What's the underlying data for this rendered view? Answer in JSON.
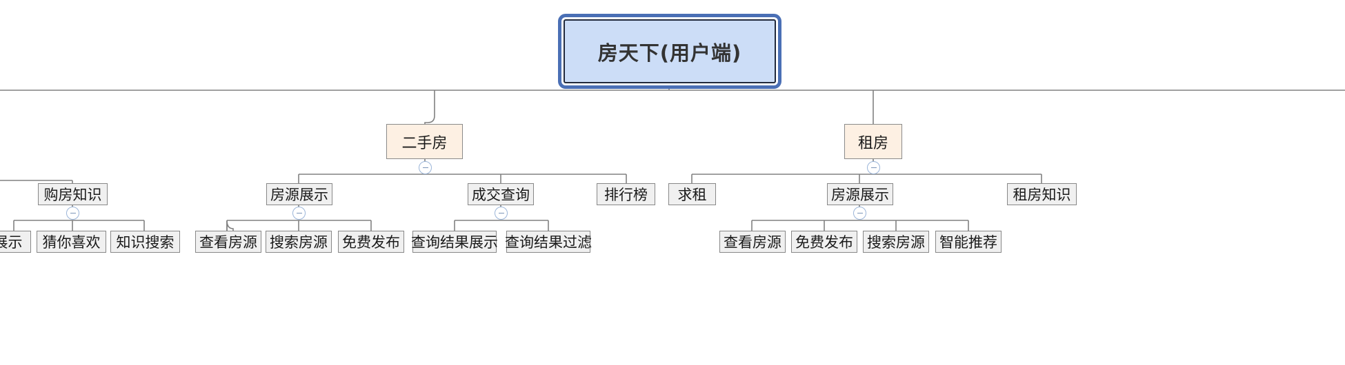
{
  "diagram": {
    "type": "mindmap-tree",
    "title": "房天下(用户端)",
    "colors": {
      "root_fill": "#ccddf7",
      "root_outer_border": "#4a6fb5",
      "root_inner_border": "#21293b",
      "level2_fill": "#fdf0e3",
      "level2_border": "#8a8a8a",
      "node_fill": "#f0f0f0",
      "node_border": "#878787",
      "link": "#808080",
      "toggle_border": "#9ab4d8"
    },
    "root": {
      "label": "房天下(用户端)"
    },
    "branches": [
      {
        "label": "购房知识",
        "children": [
          {
            "label": "展示"
          },
          {
            "label": "猜你喜欢"
          },
          {
            "label": "知识搜索"
          }
        ]
      },
      {
        "label": "二手房",
        "toggle": "minus",
        "children": [
          {
            "label": "房源展示",
            "toggle": "minus",
            "children": [
              {
                "label": "查看房源"
              },
              {
                "label": "搜索房源"
              },
              {
                "label": "免费发布"
              }
            ]
          },
          {
            "label": "成交查询",
            "toggle": "minus",
            "children": [
              {
                "label": "查询结果展示"
              },
              {
                "label": "查询结果过滤"
              }
            ]
          },
          {
            "label": "排行榜",
            "children": []
          }
        ]
      },
      {
        "label": "租房",
        "toggle": "minus",
        "children": [
          {
            "label": "求租",
            "children": []
          },
          {
            "label": "房源展示",
            "toggle": "minus",
            "children": [
              {
                "label": "查看房源"
              },
              {
                "label": "免费发布"
              },
              {
                "label": "搜索房源"
              },
              {
                "label": "智能推荐"
              }
            ]
          },
          {
            "label": "租房知识",
            "children": []
          }
        ]
      }
    ],
    "nodes": {
      "root": {
        "label": "房天下(用户端)"
      },
      "ershoufang": {
        "label": "二手房"
      },
      "zufang": {
        "label": "租房"
      },
      "goufangzhishi": {
        "label": "购房知识"
      },
      "fyzs_a": {
        "label": "房源展示"
      },
      "chengjiaochaxun": {
        "label": "成交查询"
      },
      "paihangbang": {
        "label": "排行榜"
      },
      "qiuzu": {
        "label": "求租"
      },
      "fyzs_b": {
        "label": "房源展示"
      },
      "zufangzhishi": {
        "label": "租房知识"
      },
      "zhanshi": {
        "label": "展示"
      },
      "cainixihuan": {
        "label": "猜你喜欢"
      },
      "zhishisousuo": {
        "label": "知识搜索"
      },
      "ckfy_a": {
        "label": "查看房源"
      },
      "ssfy_a": {
        "label": "搜索房源"
      },
      "mffb_a": {
        "label": "免费发布"
      },
      "cxjgzs": {
        "label": "查询结果展示"
      },
      "cxjggl": {
        "label": "查询结果过滤"
      },
      "ckfy_b": {
        "label": "查看房源"
      },
      "mffb_b": {
        "label": "免费发布"
      },
      "ssfy_b": {
        "label": "搜索房源"
      },
      "znth": {
        "label": "智能推荐"
      }
    }
  }
}
